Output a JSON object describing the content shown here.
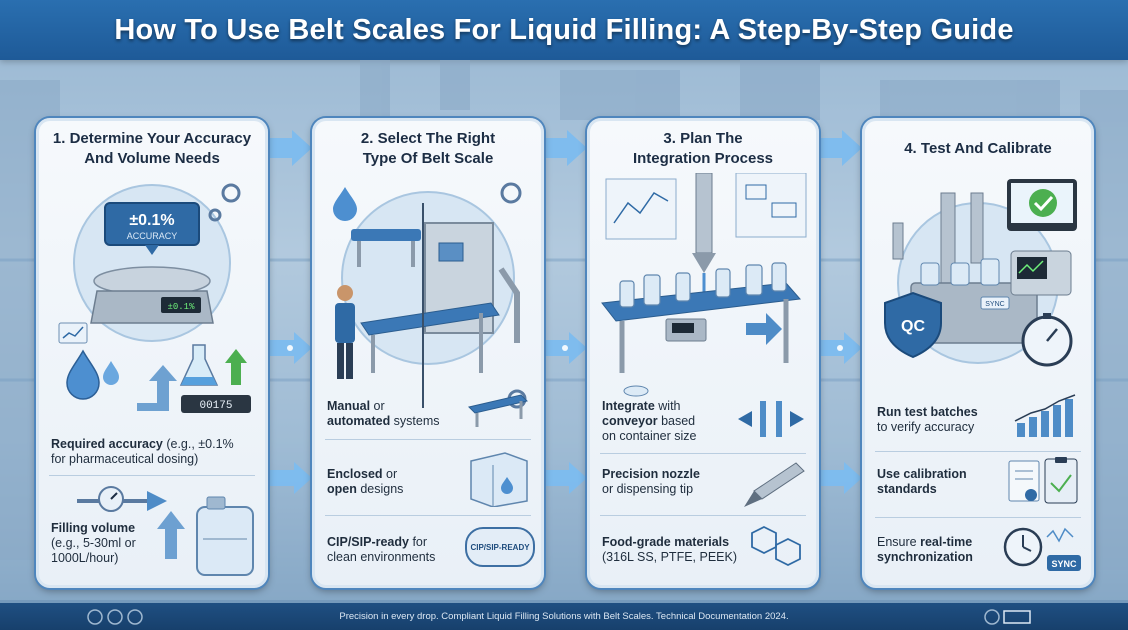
{
  "title": "How To Use Belt Scales For Liquid Filling: A Step-By-Step Guide",
  "steps": [
    {
      "title_line1": "1. Determine Your Accuracy",
      "title_line2": "And Volume Needs",
      "badge_value": "±0.1%",
      "badge_label": "ACCURACY",
      "scale_readout": "±0.1%",
      "counter": "00175",
      "items": [
        {
          "bold": "Required accuracy",
          "rest": " (e.g., ±0.1%",
          "line2": "for pharmaceutical dosing)"
        },
        {
          "bold": "Filling volume",
          "rest": "",
          "line2": "(e.g., 5-30ml or",
          "line3": "1000L/hour)"
        }
      ]
    },
    {
      "title_line1": "2. Select The Right",
      "title_line2": "Type Of Belt Scale",
      "items": [
        {
          "bold": "Manual",
          "rest": " or",
          "line2_bold": "automated",
          "line2": " systems"
        },
        {
          "bold": "Enclosed",
          "rest": " or",
          "line2_bold": "open",
          "line2": " designs"
        },
        {
          "bold": "CIP/SIP-ready",
          "rest": " for",
          "line2": "clean environments"
        }
      ],
      "stamp": "CIP/SIP-READY"
    },
    {
      "title_line1": "3. Plan The",
      "title_line2": "Integration Process",
      "items": [
        {
          "bold": "Integrate",
          "rest": " with",
          "line2_bold": "conveyor",
          "line2": " based",
          "line3": "on container size"
        },
        {
          "bold": "Precision nozzle",
          "rest": "",
          "line2": "or dispensing tip"
        },
        {
          "bold": "Food-grade materials",
          "rest": "",
          "line2": "(316L SS, PTFE, PEEK)"
        }
      ]
    },
    {
      "title_line1": "4. Test And Calibrate",
      "title_line2": "",
      "qc_label": "QC",
      "sync_label": "SYNC",
      "items": [
        {
          "bold": "Run test batches",
          "rest": "",
          "line2": "to verify accuracy"
        },
        {
          "bold": "Use calibration",
          "rest": "",
          "line2_bold": "standards",
          "line2": ""
        },
        {
          "bold": "",
          "rest": "Ensure ",
          "rest_bold": "real-time",
          "line2_bold": "synchronization",
          "line2": ""
        }
      ],
      "sync_badge": "SYNC"
    }
  ],
  "footer": "Precision in every drop. Compliant Liquid Filling Solutions with Belt Scales. Technical Documentation 2024.",
  "colors": {
    "banner": "#1e5a98",
    "accent": "#2a6fb0",
    "panel_border": "#4f86bd",
    "arrow": "#6fb2ea"
  }
}
